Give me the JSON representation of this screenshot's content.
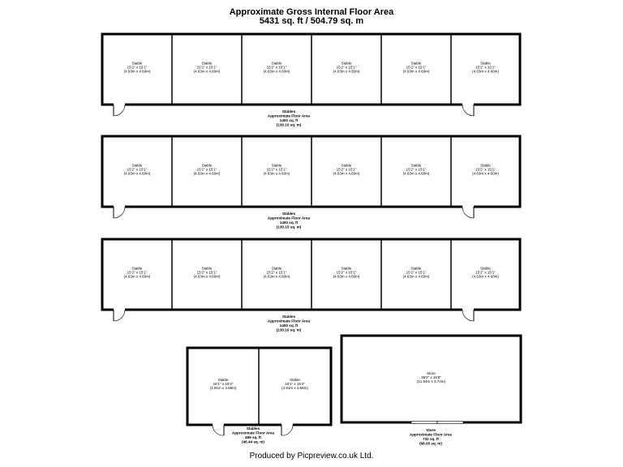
{
  "header": {
    "title": "Approximate Gross Internal Floor Area",
    "area": "5431 sq. ft / 504.79 sq. m"
  },
  "footer": {
    "credit": "Produced by Picpreview.co.uk Ltd."
  },
  "block_rows": [
    {
      "rooms": [
        {
          "name": "Stable",
          "ft": "15'2\" x 15'1\"",
          "m": "(4.63m x 4.60m)"
        },
        {
          "name": "Stable",
          "ft": "15'2\" x 15'1\"",
          "m": "(4.63m x 4.60m)"
        },
        {
          "name": "Stable",
          "ft": "15'2\" x 15'1\"",
          "m": "(4.63m x 4.60m)"
        },
        {
          "name": "Stable",
          "ft": "15'2\" x 15'1\"",
          "m": "(4.63m x 4.60m)"
        },
        {
          "name": "Stable",
          "ft": "15'2\" x 15'1\"",
          "m": "(4.63m x 4.60m)"
        },
        {
          "name": "Stable",
          "ft": "15'2\" x 15'1\"",
          "m": "(4.63m x 4.60m)"
        }
      ],
      "summary": [
        "Stables",
        "Approximate Floor Area",
        "1400 sq. ft",
        "(130.10 sq. m)"
      ]
    },
    {
      "rooms": [
        {
          "name": "Stable",
          "ft": "15'2\" x 15'1\"",
          "m": "(4.63m x 4.60m)"
        },
        {
          "name": "Stable",
          "ft": "15'2\" x 15'1\"",
          "m": "(4.63m x 4.60m)"
        },
        {
          "name": "Stable",
          "ft": "15'2\" x 15'1\"",
          "m": "(4.63m x 4.60m)"
        },
        {
          "name": "Stable",
          "ft": "15'2\" x 15'1\"",
          "m": "(4.63m x 4.60m)"
        },
        {
          "name": "Stable",
          "ft": "15'2\" x 15'1\"",
          "m": "(4.63m x 4.60m)"
        },
        {
          "name": "Stable",
          "ft": "15'2\" x 15'1\"",
          "m": "(4.63m x 4.60m)"
        }
      ],
      "summary": [
        "Stables",
        "Approximate Floor Area",
        "1400 sq. ft",
        "(130.10 sq. m)"
      ]
    },
    {
      "rooms": [
        {
          "name": "Stable",
          "ft": "15'2\" x 15'1\"",
          "m": "(4.63m x 4.60m)"
        },
        {
          "name": "Stable",
          "ft": "15'2\" x 15'1\"",
          "m": "(4.63m x 4.60m)"
        },
        {
          "name": "Stable",
          "ft": "15'2\" x 15'1\"",
          "m": "(4.63m x 4.60m)"
        },
        {
          "name": "Stable",
          "ft": "15'2\" x 15'1\"",
          "m": "(4.63m x 4.60m)"
        },
        {
          "name": "Stable",
          "ft": "15'2\" x 15'1\"",
          "m": "(4.63m x 4.60m)"
        },
        {
          "name": "Stable",
          "ft": "15'2\" x 15'1\"",
          "m": "(4.63m x 4.60m)"
        }
      ],
      "summary": [
        "Stables",
        "Approximate Floor Area",
        "1400 sq. ft",
        "(130.10 sq. m)"
      ]
    }
  ],
  "small_block": {
    "rooms": [
      {
        "name": "Stable",
        "ft": "16'1\" x 15'4\"",
        "m": "(4.91m x 4.68m)"
      },
      {
        "name": "Stable",
        "ft": "16'1\" x 15'4\"",
        "m": "(4.91m x 4.68m)"
      }
    ],
    "summary": [
      "Stables",
      "Approximate Floor Area",
      "499 sq. ft",
      "(46.44 sq. m)"
    ]
  },
  "store": {
    "room": {
      "name": "Store",
      "ft": "39'2\" x 16'8\"",
      "m": "(11.94m x 3.72m)"
    },
    "summary": [
      "Store",
      "Approximate Floor Area",
      "732 sq. ft",
      "(68.05 sq. m)"
    ]
  }
}
